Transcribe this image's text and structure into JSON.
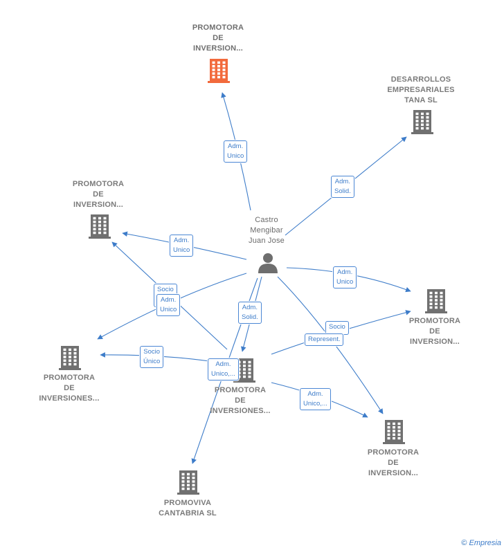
{
  "person": {
    "name_lines": [
      "Castro",
      "Mengibar",
      "Juan Jose"
    ],
    "icon": "person-icon"
  },
  "nodes": {
    "main": {
      "lines": [
        "PROMOTORA",
        "DE",
        "INVERSION..."
      ],
      "icon": "building-icon",
      "color": "#f26a3c"
    },
    "desarrollos": {
      "lines": [
        "DESARROLLOS",
        "EMPRESARIALES",
        "TANA  SL"
      ],
      "icon": "building-icon",
      "color": "#707070"
    },
    "left_upper": {
      "lines": [
        "PROMOTORA",
        "DE",
        "INVERSION..."
      ],
      "icon": "building-icon",
      "color": "#707070"
    },
    "right_mid": {
      "lines": [
        "PROMOTORA",
        "DE",
        "INVERSION..."
      ],
      "icon": "building-icon",
      "color": "#707070"
    },
    "left_lower": {
      "lines": [
        "PROMOTORA",
        "DE",
        "INVERSIONES..."
      ],
      "icon": "building-icon",
      "color": "#707070"
    },
    "center": {
      "lines": [
        "PROMOTORA",
        "DE",
        "INVERSIONES..."
      ],
      "icon": "building-icon",
      "color": "#707070"
    },
    "right_lower": {
      "lines": [
        "PROMOTORA",
        "DE",
        "INVERSION..."
      ],
      "icon": "building-icon",
      "color": "#707070"
    },
    "promoviva": {
      "lines": [
        "PROMOVIVA",
        "CANTABRIA  SL"
      ],
      "icon": "building-icon",
      "color": "#707070"
    }
  },
  "edge_labels": {
    "main": [
      "Adm.",
      "Unico"
    ],
    "desarrollos": [
      "Adm.",
      "Solid."
    ],
    "left_upper": [
      "Adm.",
      "Unico"
    ],
    "socio_left": [
      "Socio"
    ],
    "adm_unico_left": [
      "Adm.",
      "Unico"
    ],
    "center_solid": [
      "Adm.",
      "Solid."
    ],
    "right_mid": [
      "Adm.",
      "Unico"
    ],
    "socio_right": [
      "Socio"
    ],
    "represent": [
      "Represent."
    ],
    "socio_unico": [
      "Socio",
      "Único"
    ],
    "center_adm": [
      "Adm.",
      "Unico,..."
    ],
    "right_lower": [
      "Adm.",
      "Unico,..."
    ]
  },
  "colors": {
    "edge": "#3d7cc9",
    "building": "#707070",
    "building_main": "#f26a3c",
    "person": "#6e6e6e"
  },
  "brand": {
    "copyright": "©",
    "name": "Empresia"
  }
}
